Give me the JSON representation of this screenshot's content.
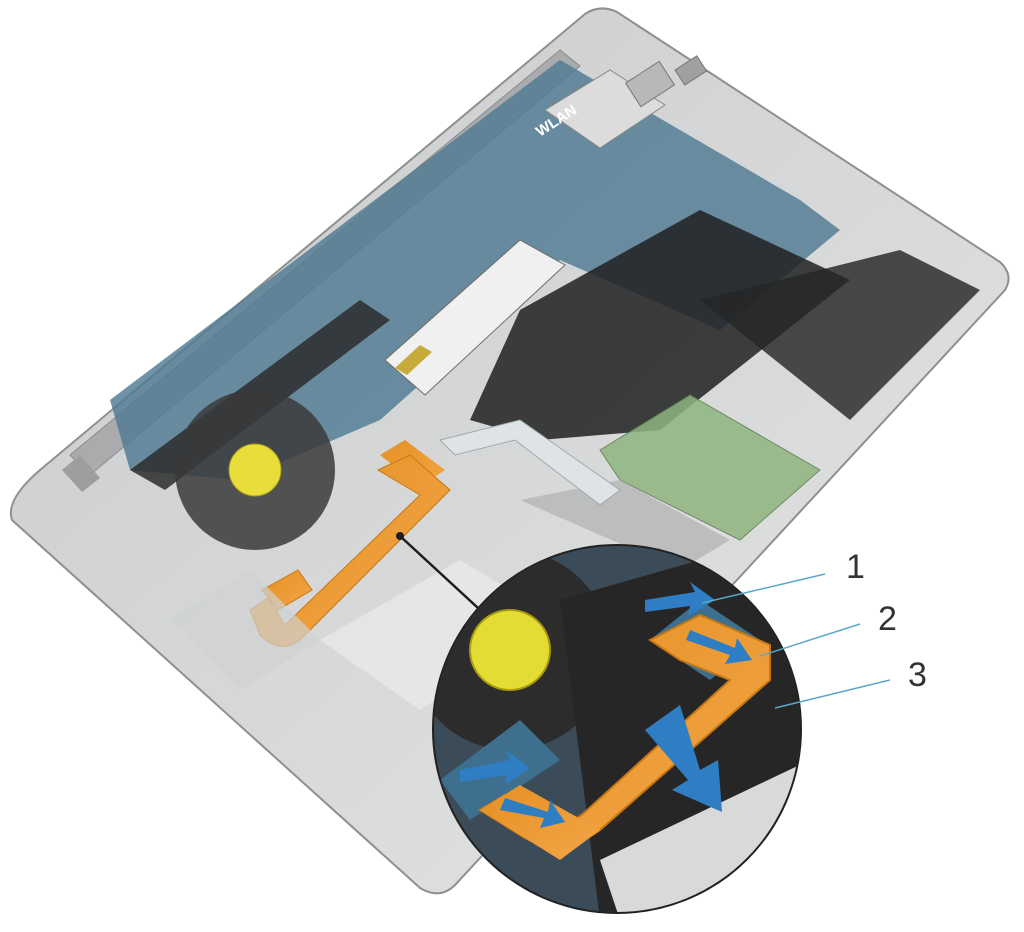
{
  "diagram": {
    "board_label": "WLAN",
    "callouts": [
      {
        "number": "1"
      },
      {
        "number": "2"
      },
      {
        "number": "3"
      }
    ],
    "colors": {
      "chassis": "#d7d8d8",
      "board": "#3f6b85",
      "ribbon_cable": "#e8962c",
      "arrow": "#2f7dc2",
      "leader_line": "#5aa7c7"
    },
    "icons": [
      "fan-label-icon",
      "ssd-module-icon",
      "touchpad-board-icon"
    ]
  }
}
